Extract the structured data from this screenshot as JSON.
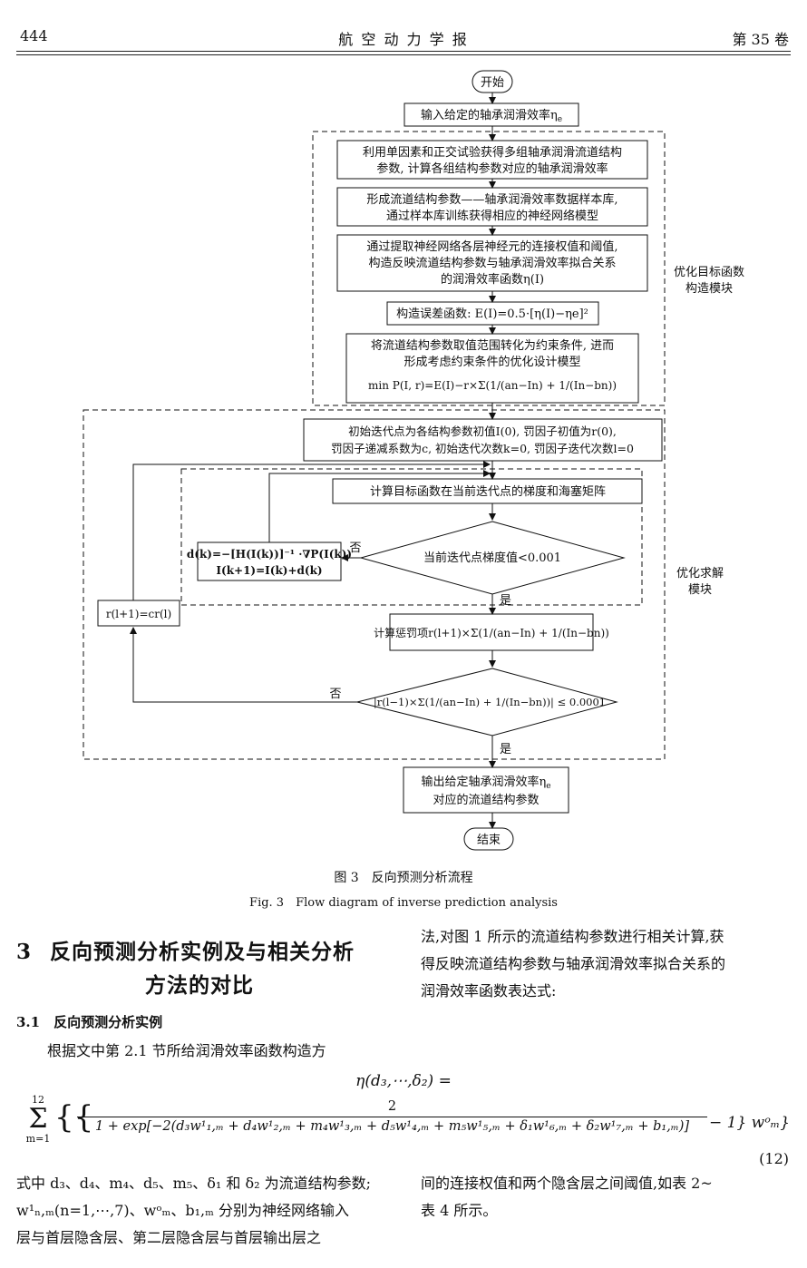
{
  "header": {
    "page_number": "444",
    "journal": "航 空 动 力 学 报",
    "volume": "第 35 卷"
  },
  "flow": {
    "start": "开始",
    "input": "输入给定的轴承润滑效率η",
    "input_sub": "e",
    "step1": [
      "利用单因素和正交试验获得多组轴承润滑流道结构",
      "参数, 计算各组结构参数对应的轴承润滑效率"
    ],
    "step2": [
      "形成流道结构参数——轴承润滑效率数据样本库,",
      "通过样本库训练获得相应的神经网络模型"
    ],
    "step3": [
      "通过提取神经网络各层神经元的连接权值和阈值,",
      "构造反映流道结构参数与轴承润滑效率拟合关系",
      "的润滑效率函数η(I)"
    ],
    "step4": "构造误差函数: E(I)=0.5·[η(I)−ηe]²",
    "step5": [
      "将流道结构参数取值范围转化为约束条件, 进而",
      "形成考虑约束条件的优化设计模型"
    ],
    "step5_formula": "min P(I, r)=E(I)−r×Σ(1/(an−In) + 1/(In−bn))",
    "module1": [
      "优化目标函数",
      "构造模块"
    ],
    "init": [
      "初始迭代点为各结构参数初值I(0), 罚因子初值为r(0),",
      "罚因子递减系数为c, 初始迭代次数k=0, 罚因子迭代次数l=0"
    ],
    "compute_grad": "计算目标函数在当前迭代点的梯度和海塞矩阵",
    "diamond1": "当前迭代点梯度值<0.001",
    "newton": [
      "d(k)=−[H(I(k))]⁻¹ ·∇P(I(k))",
      "I(k+1)=I(k)+d(k)"
    ],
    "no1": "否",
    "yes1": "是",
    "penalty": "计算惩罚项r(l+1)×Σ(1/(an−In) + 1/(In−bn))",
    "update_r": "r(l+1)=cr(l)",
    "diamond2": "|r(l−1)×Σ(1/(an−In) + 1/(In−bn))| ≤ 0.0001",
    "no2": "否",
    "yes2": "是",
    "module2": [
      "优化求解",
      "模块"
    ],
    "output": [
      "输出给定轴承润滑效率η",
      "对应的流道结构参数"
    ],
    "output_sub": "e",
    "end": "结束"
  },
  "caption": {
    "cn": "图 3　反向预测分析流程",
    "en": "Fig. 3　Flow diagram of inverse prediction analysis"
  },
  "section": {
    "heading_num": "3",
    "heading_line1": "反向预测分析实例及与相关分析",
    "heading_line2": "方法的对比",
    "right_para": [
      "法,对图 1 所示的流道结构参数进行相关计算,获",
      "得反映流道结构参数与轴承润滑效率拟合关系的",
      "润滑效率函数表达式:"
    ],
    "sub_heading": "3.1　反向预测分析实例",
    "para1": "根据文中第 2.1 节所给润滑效率函数构造方"
  },
  "equation": {
    "lhs": "η(d₃,⋯,δ₂) =",
    "numer": "2",
    "denom": "1 + exp[−2(d₃w¹₁,ₘ + d₄w¹₂,ₘ + m₄w¹₃,ₘ + d₅w¹₄,ₘ + m₅w¹₅,ₘ + δ₁w¹₆,ₘ + δ₂w¹₇,ₘ + b₁,ₘ)]",
    "tail": "− 1} wᵒₘ}",
    "sum_top": "12",
    "sum_bottom": "m=1",
    "number": "(12)"
  },
  "after": {
    "left": [
      "式中 d₃、d₄、m₄、d₅、m₅、δ₁ 和 δ₂ 为流道结构参数;",
      "w¹ₙ,ₘ(n=1,⋯,7)、wᵒₘ、b₁,ₘ 分别为神经网络输入",
      "层与首层隐含层、第二层隐含层与首层输出层之"
    ],
    "right": [
      "间的连接权值和两个隐含层之间阈值,如表 2~",
      "表 4 所示。"
    ]
  }
}
